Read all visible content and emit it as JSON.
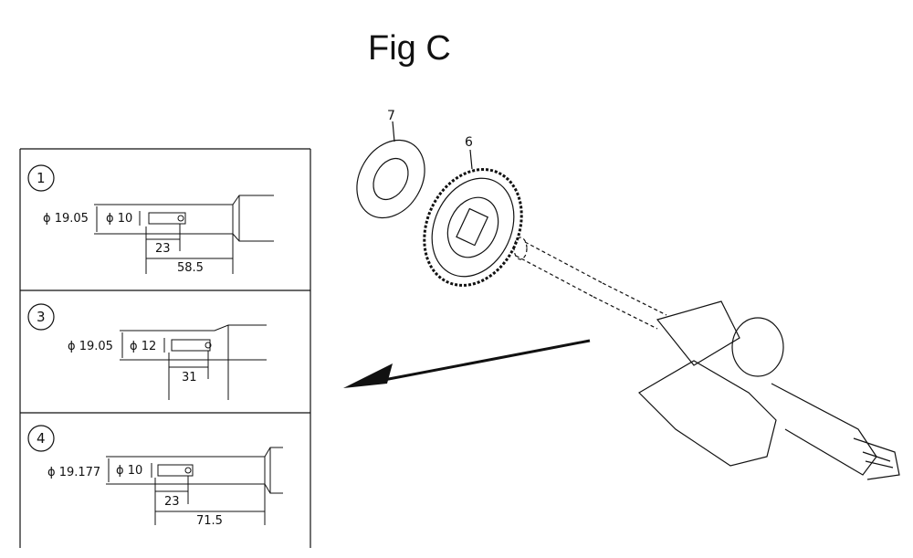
{
  "title": "Fig C",
  "callouts": {
    "washer": "7",
    "gear": "6"
  },
  "panels": [
    {
      "number": "1",
      "outer_dia": "ϕ 19.05",
      "inner_dia": "ϕ 10",
      "short_len": "23",
      "long_len": "58.5"
    },
    {
      "number": "3",
      "outer_dia": "ϕ 19.05",
      "inner_dia": "ϕ 12",
      "short_len": "31"
    },
    {
      "number": "4",
      "outer_dia": "ϕ 19.177",
      "inner_dia": "ϕ 10",
      "short_len": "23",
      "long_len": "71.5"
    }
  ]
}
